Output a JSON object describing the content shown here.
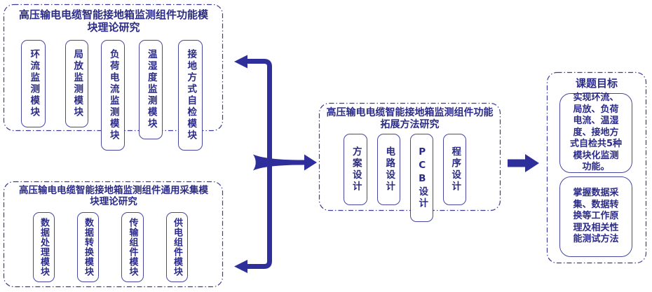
{
  "colors": {
    "text_navy": "#2b2b87",
    "box_border": "#4747a0",
    "dash_border": "#3d3d99",
    "arrow_blue": "#2f2f9c",
    "background": "#ffffff"
  },
  "groups": {
    "functional": {
      "title_line1": "高压输电电缆智能接地箱监测组件功能模",
      "title_line2": "块理论研究",
      "modules": [
        "环流监测模块",
        "局放监测模块",
        "负荷电流监测模块",
        "温湿度监测模块",
        "接地方式自检模块"
      ]
    },
    "acquisition": {
      "title_line1": "高压输电电缆智能接地箱监测组件通用采集模",
      "title_line2": "块理论研究",
      "modules": [
        "数据处理模块",
        "数据转换模块",
        "传输组件模块",
        "供电组件模块"
      ]
    },
    "expansion": {
      "title_line1": "高压输电电缆智能接地箱监测组件功能",
      "title_line2": "拓展方法研究",
      "modules": [
        "方案设计",
        "电路设计",
        "PCB设计",
        "程序设计"
      ]
    },
    "goal": {
      "title": "课题目标",
      "items": [
        "实现环流、局放、负荷电流、温湿度、接地方式自检共5种模块化监测功能。",
        "掌握数据采集、数据转换等工作原理及相关性能测试方法"
      ]
    }
  }
}
